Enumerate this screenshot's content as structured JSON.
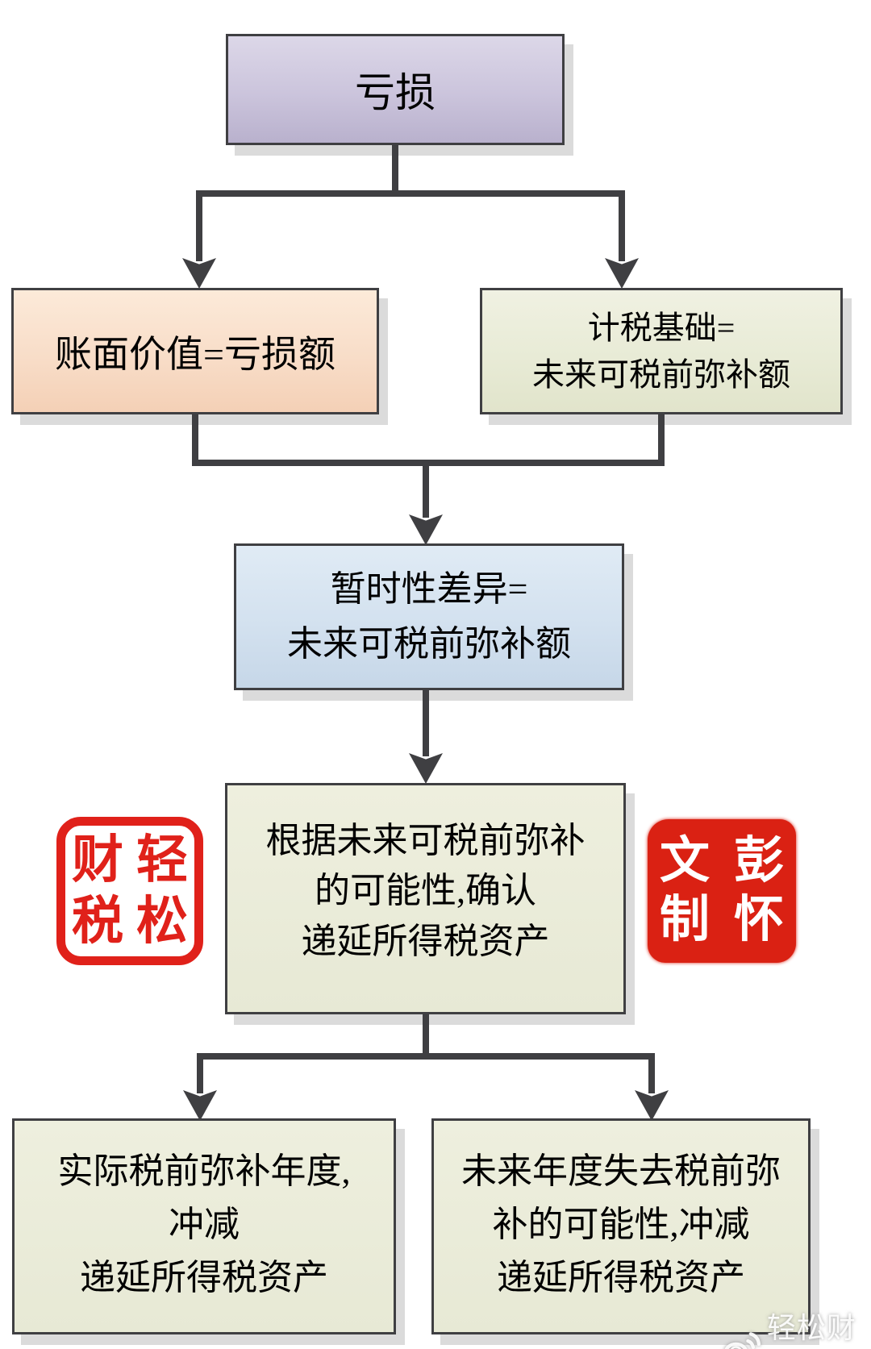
{
  "nodes": {
    "loss": {
      "lines": [
        "亏损"
      ]
    },
    "book_value": {
      "lines": [
        "账面价值=亏损额"
      ]
    },
    "tax_basis": {
      "lines": [
        "计税基础=",
        "未来可税前弥补额"
      ]
    },
    "temp_diff": {
      "lines": [
        "暂时性差异=",
        "未来可税前弥补额"
      ]
    },
    "recognize": {
      "lines": [
        "根据未来可税前弥补",
        "的可能性,确认",
        "递延所得税资产"
      ]
    },
    "actual_offset": {
      "lines": [
        "实际税前弥补年度,",
        "冲减",
        "递延所得税资产"
      ]
    },
    "lose_possibility": {
      "lines": [
        "未来年度失去税前弥",
        "补的可能性,冲减",
        "递延所得税资产"
      ]
    }
  },
  "seals": {
    "left": {
      "chars": [
        "财",
        "轻",
        "税",
        "松"
      ],
      "color": "#e0211a",
      "style": "outline"
    },
    "right": {
      "chars": [
        "文",
        "彭",
        "制",
        "怀"
      ],
      "color": "#da2113",
      "style": "filled"
    }
  },
  "watermark": {
    "text": "轻松财税",
    "icon": "weibo-icon"
  },
  "colors": {
    "loss_fill": "#cbc4dc",
    "book_value_fill": "#f8ddc8",
    "green_fill": "#e9ebd8",
    "temp_diff_fill": "#d3e1ef",
    "connector": "#3f3f42",
    "seal_red": "#e0211a",
    "shadow": "#dbdbdb"
  }
}
